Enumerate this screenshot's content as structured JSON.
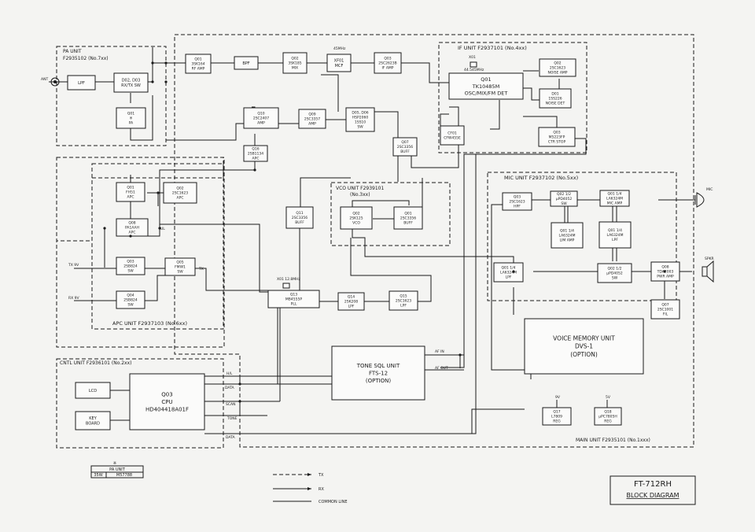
{
  "diagram": {
    "units": {
      "pa": [
        "PA UNIT",
        "F2935102 (No.7xx)"
      ],
      "if": "IF UNIT  F2937101 (No.4xx)",
      "vco": [
        "VCO UNIT F2939101",
        "(No.3xx)"
      ],
      "mic": "MIC UNIT F2937102 (No.5xx)",
      "apc": "APC UNIT F2937103 (No.6xx)",
      "cntl": "CNTL UNIT F2936101 (No.2xx)",
      "main": "MAIN UNIT F2935101 (No.1xxx)"
    },
    "blocks": {
      "lpf_pa": [
        "LPF"
      ],
      "d02": [
        "D02, D03",
        "RX/TX SW"
      ],
      "q01pa": [
        "Q01",
        "※",
        "PA"
      ],
      "rfamp": [
        "Q01",
        "3SK164",
        "RF AMP"
      ],
      "bpf": [
        "BPF"
      ],
      "mix": [
        "Q02",
        "3SK185",
        "MIX"
      ],
      "xf01": [
        "XF01",
        "MCF"
      ],
      "ifamp": [
        "Q03",
        "2SC2623B",
        "IF AMP"
      ],
      "q10": [
        "Q10",
        "2SC2407",
        "AMP"
      ],
      "q09": [
        "Q09",
        "2SC3357",
        "AMP"
      ],
      "d05": [
        "D05, D06",
        "HSP2060",
        "1SS10",
        "SW"
      ],
      "q16": [
        "Q16",
        "2SB1134",
        "APC"
      ],
      "q07": [
        "Q07",
        "2SC3356",
        "BUFF"
      ],
      "cf01": [
        "CF01",
        "CFW455E"
      ],
      "q01if": [
        "Q01",
        "TK10485M",
        "OSC/MIX/FM DET"
      ],
      "x01if": [
        "X01",
        "44.545MHz"
      ],
      "q02if": [
        "Q02",
        "2SC1623",
        "NOISE AMP"
      ],
      "d01if": [
        "D01",
        "1SS226",
        "NOISE DET"
      ],
      "q03if": [
        "Q03",
        "M5223FP",
        "CTR STOP"
      ],
      "q01apc": [
        "Q01",
        "FH51",
        "APC"
      ],
      "q02apc": [
        "Q02",
        "2SC1623",
        "APC"
      ],
      "q08apc": [
        "Q08",
        "PA1AAH",
        "APC"
      ],
      "q03apc": [
        "Q03",
        "2SB824",
        "SW"
      ],
      "q05apc": [
        "Q05",
        "FMW1",
        "SW"
      ],
      "q04apc": [
        "Q04",
        "2SB824",
        "SW"
      ],
      "q11": [
        "Q11",
        "2SC3356",
        "BUFF"
      ],
      "q02vco": [
        "Q02",
        "2SK125",
        "VCO"
      ],
      "q01vco": [
        "Q01",
        "2SC3356",
        "BUFF"
      ],
      "q13": [
        "Q13",
        "MB4555P",
        "PLL"
      ],
      "x01pll": [
        "X01 12.8MHz"
      ],
      "q14": [
        "Q14",
        "2SK208",
        "LPF"
      ],
      "q15": [
        "Q15",
        "2SC1623",
        "LPF"
      ],
      "q03mic": [
        "Q03",
        "2SC1623",
        "HPF"
      ],
      "q02mic": [
        "Q02 1/2",
        "μPD4052",
        "SW"
      ],
      "q01mic14a": [
        "Q01 1/4",
        "LA6324M",
        "MIC AMP"
      ],
      "q01mic14b": [
        "Q01 1/4",
        "LA6324M",
        "LIM AMP"
      ],
      "q01mic14c": [
        "Q01 1/4",
        "LA6324M",
        "LPF"
      ],
      "q01mic14d": [
        "Q01 1/4",
        "LA6324M",
        "LPF"
      ],
      "q02mic12": [
        "Q02 1/2",
        "μPD4052",
        "SW"
      ],
      "q08af": [
        "Q08",
        "TDA2003",
        "PWR AMP"
      ],
      "q07af": [
        "Q07",
        "2SC1001",
        "FIL"
      ],
      "vmu": [
        "VOICE MEMORY UNIT",
        "DVS-1",
        "(OPTION)"
      ],
      "tsq": [
        "TONE SQL UNIT",
        "FTS-12",
        "(OPTION)"
      ],
      "lcd": [
        "LCD"
      ],
      "key": [
        "KEY",
        "BOARD"
      ],
      "cpu": [
        "Q03",
        "CPU",
        "HD404418A01F"
      ],
      "q17": [
        "Q17",
        "L7809",
        "REG"
      ],
      "q18": [
        "Q18",
        "μPC7805H",
        "REG"
      ]
    },
    "labels": {
      "ant": "ANT",
      "mic": "MIC",
      "spkr": "SPKR",
      "tx9v": "TX 9V",
      "rx9v": "RX 9V",
      "tx": "TX",
      "ul": "UL",
      "hl": "H/L",
      "data": "DATA",
      "scan": "SCAN",
      "tone": "TONE",
      "afin": "AF IN",
      "afout": "AF OUT",
      "v9": "9V",
      "v5": "5V",
      "mhz45": "45MHz"
    },
    "pa_table": {
      "mark": "※",
      "header": "PA UNIT",
      "cells": [
        "35W",
        "M57788"
      ]
    },
    "legend": [
      {
        "label": "TX"
      },
      {
        "label": "RX"
      },
      {
        "label": "COMMON LINE"
      }
    ],
    "title": {
      "model": "FT-712RH",
      "name": "BLOCK DIAGRAM"
    }
  }
}
